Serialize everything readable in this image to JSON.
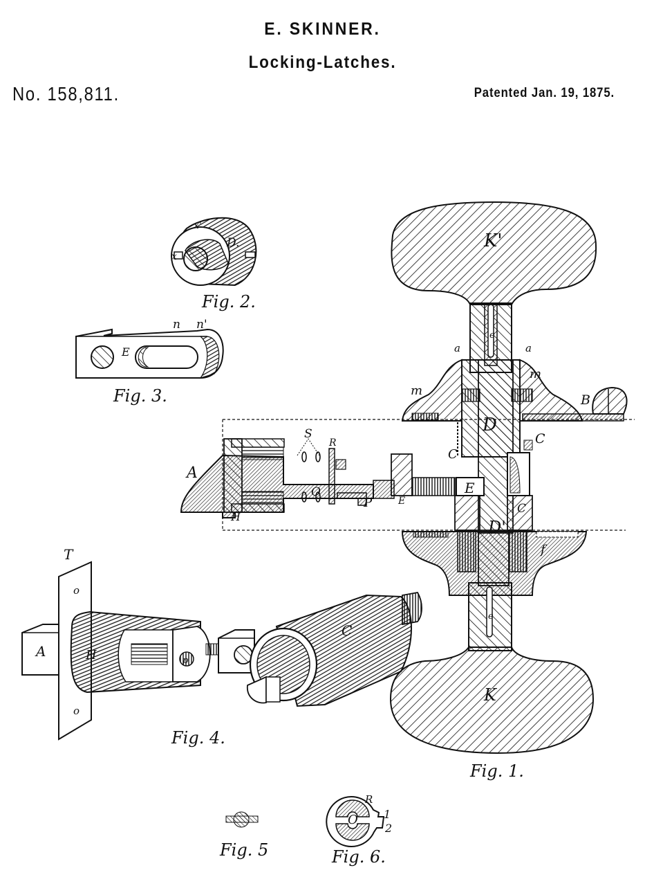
{
  "header": {
    "inventor": "E. SKINNER.",
    "title": "Locking-Latches.",
    "patent_number": "No. 158,811.",
    "patent_date": "Patented Jan. 19, 1875."
  },
  "figures": {
    "fig1": {
      "caption": "Fig. 1.",
      "labels": {
        "knob_upper": "K'",
        "knob_lower": "K",
        "spindle_upper": "D",
        "spindle_lower": "D'",
        "pin_upper": "e",
        "pin_lower": "e",
        "collar_left": "a",
        "collar_right": "a",
        "rose_left": "m",
        "rose_right": "m",
        "plate": "B",
        "case_left": "C",
        "case_right": "C",
        "case_lower": "C",
        "rose_bottom": "f",
        "tail": "E"
      }
    },
    "fig2": {
      "caption": "Fig. 2.",
      "labels": {
        "spindle": "D.",
        "mark1": "x'",
        "mark2": "x"
      }
    },
    "fig3": {
      "caption": "Fig. 3.",
      "labels": {
        "tail": "E",
        "notch1": "n",
        "notch2": "n'"
      }
    },
    "latch_section": {
      "labels": {
        "bolt": "A",
        "housing": "H",
        "springs": "S",
        "ring": "R",
        "rod": "O",
        "stop": "P",
        "tail": "E"
      }
    },
    "fig4": {
      "caption": "Fig. 4.",
      "labels": {
        "plate": "T",
        "bolt": "A",
        "housing": "H",
        "case": "C",
        "screw_top": "o",
        "screw_bottom": "o",
        "pin": "p"
      }
    },
    "fig5": {
      "caption": "Fig. 5"
    },
    "fig6": {
      "caption": "Fig. 6.",
      "labels": {
        "ring": "R",
        "rod": "O",
        "notch1": "1",
        "notch2": "2"
      }
    }
  },
  "colors": {
    "ink": "#111111",
    "paper": "#ffffff"
  }
}
